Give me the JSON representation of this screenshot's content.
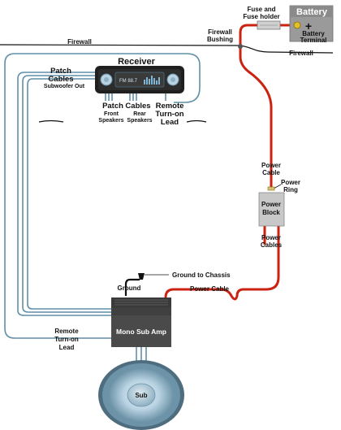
{
  "labels": {
    "fuse_and_fuse_holder": [
      "Fuse and",
      "Fuse holder"
    ],
    "battery": "Battery",
    "battery_plus": "+",
    "battery_terminal": [
      "Battery",
      "Terminal"
    ],
    "firewall_bushing": [
      "Firewall",
      "Bushing"
    ],
    "firewall_left": "Firewall",
    "firewall_right": "Firewall",
    "receiver": "Receiver",
    "radio_display": "FM 88.7",
    "patch_cables_top": [
      "Patch",
      "Cables"
    ],
    "subwoofer_out": "Subwoofer Out",
    "patch_bottom": "Patch",
    "front_speakers": [
      "Front",
      "Speakers"
    ],
    "cables_bottom": "Cables",
    "rear_speakers": [
      "Rear",
      "Speakers"
    ],
    "remote_turn_on_lead_top": [
      "Remote",
      "Turn-on",
      "Lead"
    ],
    "power_cable_top": [
      "Power",
      "Cable"
    ],
    "power_ring": [
      "Power",
      "Ring"
    ],
    "power_block": [
      "Power",
      "Block"
    ],
    "power_cables": [
      "Power",
      "Cables"
    ],
    "ground_to_chassis": "Ground to Chassis",
    "ground": "Ground",
    "power_cable_amp": "Power Cable",
    "mono_sub_amp": "Mono Sub Amp",
    "remote_turn_on_lead_bottom": [
      "Remote",
      "Turn-on",
      "Lead"
    ],
    "sub": "Sub"
  },
  "colors": {
    "power_wire": "#cc2211",
    "signal_wire": "#5f8fa8",
    "battery_fill": "#9a9a9a",
    "amp_fill": "#4a4a4a",
    "power_block_fill": "#c8c8c8",
    "sub_outer": "#5b7f92",
    "sub_cone": "#b9d3e2"
  }
}
